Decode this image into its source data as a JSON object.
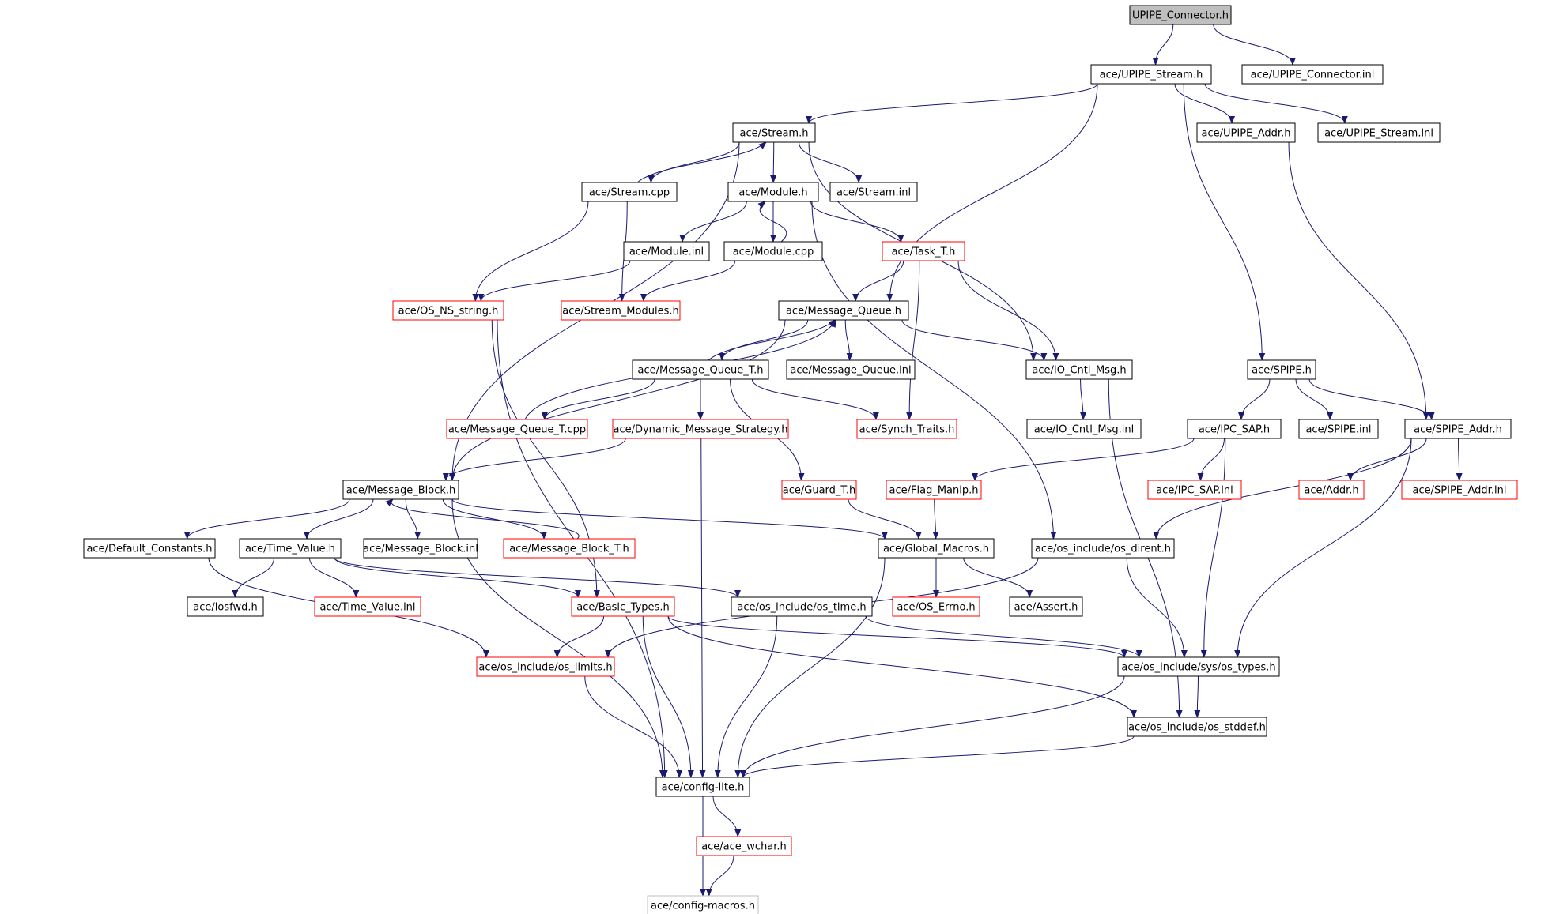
{
  "colors": {
    "edge": "#191970",
    "border_normal": "#000000",
    "border_incomplete": "#ff0000",
    "border_root": "#000000",
    "fill_root": "#bfbfbf",
    "fill_normal": "#ffffff",
    "border_external": "#bfbfbf",
    "text": "#000000"
  },
  "nodes": [
    {
      "id": "n0",
      "label": "UPIPE_Connector.h",
      "style": "root"
    },
    {
      "id": "n1",
      "label": "ace/UPIPE_Stream.h",
      "style": "normal"
    },
    {
      "id": "n2",
      "label": "ace/UPIPE_Connector.inl",
      "style": "normal"
    },
    {
      "id": "n3",
      "label": "ace/Stream.h",
      "style": "normal"
    },
    {
      "id": "n4",
      "label": "ace/UPIPE_Addr.h",
      "style": "normal"
    },
    {
      "id": "n5",
      "label": "ace/UPIPE_Stream.inl",
      "style": "normal"
    },
    {
      "id": "n6",
      "label": "ace/Stream.cpp",
      "style": "normal"
    },
    {
      "id": "n7",
      "label": "ace/Module.h",
      "style": "normal"
    },
    {
      "id": "n8",
      "label": "ace/Stream.inl",
      "style": "normal"
    },
    {
      "id": "n9",
      "label": "ace/Module.inl",
      "style": "normal"
    },
    {
      "id": "n10",
      "label": "ace/Module.cpp",
      "style": "normal"
    },
    {
      "id": "n11",
      "label": "ace/Task_T.h",
      "style": "incomplete"
    },
    {
      "id": "n12",
      "label": "ace/OS_NS_string.h",
      "style": "incomplete"
    },
    {
      "id": "n13",
      "label": "ace/Stream_Modules.h",
      "style": "incomplete"
    },
    {
      "id": "n14",
      "label": "ace/Message_Queue.h",
      "style": "normal"
    },
    {
      "id": "n15",
      "label": "ace/Message_Queue_T.h",
      "style": "normal"
    },
    {
      "id": "n16",
      "label": "ace/Message_Queue.inl",
      "style": "normal"
    },
    {
      "id": "n17",
      "label": "ace/IO_Cntl_Msg.h",
      "style": "normal"
    },
    {
      "id": "n18",
      "label": "ace/SPIPE.h",
      "style": "normal"
    },
    {
      "id": "n19",
      "label": "ace/Message_Queue_T.cpp",
      "style": "incomplete"
    },
    {
      "id": "n20",
      "label": "ace/Dynamic_Message_Strategy.h",
      "style": "incomplete"
    },
    {
      "id": "n21",
      "label": "ace/Synch_Traits.h",
      "style": "incomplete"
    },
    {
      "id": "n22",
      "label": "ace/IO_Cntl_Msg.inl",
      "style": "normal"
    },
    {
      "id": "n23",
      "label": "ace/IPC_SAP.h",
      "style": "normal"
    },
    {
      "id": "n24",
      "label": "ace/SPIPE.inl",
      "style": "normal"
    },
    {
      "id": "n25",
      "label": "ace/SPIPE_Addr.h",
      "style": "normal"
    },
    {
      "id": "n26",
      "label": "ace/Message_Block.h",
      "style": "normal"
    },
    {
      "id": "n27",
      "label": "ace/Guard_T.h",
      "style": "incomplete"
    },
    {
      "id": "n28",
      "label": "ace/Flag_Manip.h",
      "style": "incomplete"
    },
    {
      "id": "n29",
      "label": "ace/IPC_SAP.inl",
      "style": "incomplete"
    },
    {
      "id": "n30",
      "label": "ace/Addr.h",
      "style": "incomplete"
    },
    {
      "id": "n31",
      "label": "ace/SPIPE_Addr.inl",
      "style": "incomplete"
    },
    {
      "id": "n32",
      "label": "ace/Default_Constants.h",
      "style": "normal"
    },
    {
      "id": "n33",
      "label": "ace/Time_Value.h",
      "style": "normal"
    },
    {
      "id": "n34",
      "label": "ace/Message_Block.inl",
      "style": "normal"
    },
    {
      "id": "n35",
      "label": "ace/Message_Block_T.h",
      "style": "incomplete"
    },
    {
      "id": "n36",
      "label": "ace/Global_Macros.h",
      "style": "normal"
    },
    {
      "id": "n37",
      "label": "ace/os_include/os_dirent.h",
      "style": "normal"
    },
    {
      "id": "n38",
      "label": "ace/iosfwd.h",
      "style": "normal"
    },
    {
      "id": "n39",
      "label": "ace/Time_Value.inl",
      "style": "incomplete"
    },
    {
      "id": "n40",
      "label": "ace/Basic_Types.h",
      "style": "incomplete"
    },
    {
      "id": "n41",
      "label": "ace/os_include/os_time.h",
      "style": "normal"
    },
    {
      "id": "n42",
      "label": "ace/OS_Errno.h",
      "style": "incomplete"
    },
    {
      "id": "n43",
      "label": "ace/Assert.h",
      "style": "normal"
    },
    {
      "id": "n44",
      "label": "ace/os_include/os_limits.h",
      "style": "incomplete"
    },
    {
      "id": "n45",
      "label": "ace/os_include/sys/os_types.h",
      "style": "normal"
    },
    {
      "id": "n46",
      "label": "ace/os_include/os_stddef.h",
      "style": "normal"
    },
    {
      "id": "n47",
      "label": "ace/config-lite.h",
      "style": "normal"
    },
    {
      "id": "n48",
      "label": "ace/ace_wchar.h",
      "style": "incomplete"
    },
    {
      "id": "n49",
      "label": "ace/config-macros.h",
      "style": "external"
    }
  ],
  "edges": [
    [
      "n0",
      "n1"
    ],
    [
      "n0",
      "n2"
    ],
    [
      "n1",
      "n3"
    ],
    [
      "n1",
      "n14"
    ],
    [
      "n1",
      "n18"
    ],
    [
      "n1",
      "n4"
    ],
    [
      "n1",
      "n5"
    ],
    [
      "n3",
      "n6"
    ],
    [
      "n3",
      "n7"
    ],
    [
      "n3",
      "n8"
    ],
    [
      "n3",
      "n17"
    ],
    [
      "n3",
      "n26"
    ],
    [
      "n6",
      "n3"
    ],
    [
      "n6",
      "n12"
    ],
    [
      "n6",
      "n13"
    ],
    [
      "n7",
      "n9"
    ],
    [
      "n7",
      "n10"
    ],
    [
      "n7",
      "n11"
    ],
    [
      "n7",
      "n37"
    ],
    [
      "n10",
      "n7"
    ],
    [
      "n10",
      "n13"
    ],
    [
      "n9",
      "n12"
    ],
    [
      "n11",
      "n14"
    ],
    [
      "n11",
      "n17"
    ],
    [
      "n11",
      "n21"
    ],
    [
      "n12",
      "n40"
    ],
    [
      "n12",
      "n47"
    ],
    [
      "n14",
      "n15"
    ],
    [
      "n14",
      "n16"
    ],
    [
      "n14",
      "n17"
    ],
    [
      "n14",
      "n26"
    ],
    [
      "n15",
      "n14"
    ],
    [
      "n15",
      "n19"
    ],
    [
      "n15",
      "n20"
    ],
    [
      "n15",
      "n21"
    ],
    [
      "n15",
      "n27"
    ],
    [
      "n19",
      "n14"
    ],
    [
      "n20",
      "n26"
    ],
    [
      "n20",
      "n47"
    ],
    [
      "n17",
      "n22"
    ],
    [
      "n17",
      "n46"
    ],
    [
      "n18",
      "n23"
    ],
    [
      "n18",
      "n24"
    ],
    [
      "n18",
      "n25"
    ],
    [
      "n4",
      "n25"
    ],
    [
      "n23",
      "n28"
    ],
    [
      "n23",
      "n29"
    ],
    [
      "n23",
      "n45"
    ],
    [
      "n25",
      "n30"
    ],
    [
      "n25",
      "n31"
    ],
    [
      "n25",
      "n37"
    ],
    [
      "n25",
      "n45"
    ],
    [
      "n26",
      "n32"
    ],
    [
      "n26",
      "n33"
    ],
    [
      "n26",
      "n34"
    ],
    [
      "n26",
      "n35"
    ],
    [
      "n26",
      "n36"
    ],
    [
      "n26",
      "n47"
    ],
    [
      "n35",
      "n26"
    ],
    [
      "n27",
      "n36"
    ],
    [
      "n28",
      "n36"
    ],
    [
      "n32",
      "n44"
    ],
    [
      "n33",
      "n38"
    ],
    [
      "n33",
      "n39"
    ],
    [
      "n33",
      "n40"
    ],
    [
      "n33",
      "n41"
    ],
    [
      "n36",
      "n42"
    ],
    [
      "n36",
      "n43"
    ],
    [
      "n36",
      "n47"
    ],
    [
      "n37",
      "n44"
    ],
    [
      "n37",
      "n45"
    ],
    [
      "n40",
      "n44"
    ],
    [
      "n40",
      "n45"
    ],
    [
      "n40",
      "n46"
    ],
    [
      "n40",
      "n47"
    ],
    [
      "n41",
      "n45"
    ],
    [
      "n41",
      "n47"
    ],
    [
      "n44",
      "n47"
    ],
    [
      "n45",
      "n46"
    ],
    [
      "n45",
      "n47"
    ],
    [
      "n46",
      "n47"
    ],
    [
      "n47",
      "n48"
    ],
    [
      "n47",
      "n49"
    ],
    [
      "n48",
      "n49"
    ]
  ]
}
